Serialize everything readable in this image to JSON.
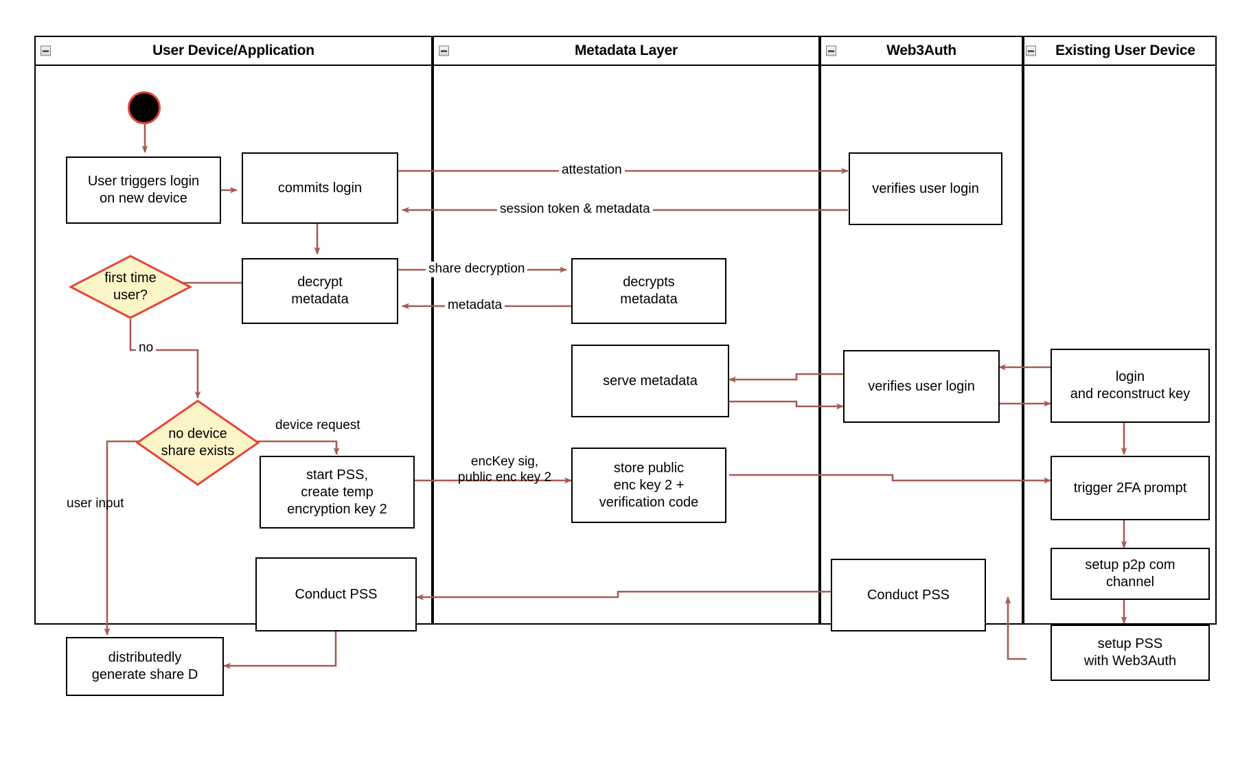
{
  "diagram": {
    "title": "Web3Auth new-device login activity diagram",
    "accent_line_color": "#a85a52",
    "decision_fill": "#fcf5c7",
    "decision_stroke": "#e8443a",
    "node_stroke": "#000000",
    "start_node_fill": "#000000",
    "start_node_stroke": "#e8443a"
  },
  "lanes": [
    {
      "id": "user-device-application",
      "label": "User Device/Application",
      "collapse_icon": "minus-icon"
    },
    {
      "id": "metadata-layer",
      "label": "Metadata Layer",
      "collapse_icon": "minus-icon"
    },
    {
      "id": "web3auth",
      "label": "Web3Auth",
      "collapse_icon": "minus-icon"
    },
    {
      "id": "existing-user-device",
      "label": "Existing User Device",
      "collapse_icon": "minus-icon"
    }
  ],
  "nodes": [
    {
      "id": "start",
      "lane": "user-device-application",
      "type": "start",
      "label": ""
    },
    {
      "id": "user-triggers-login",
      "lane": "user-device-application",
      "type": "activity",
      "label": "User triggers login\non new device"
    },
    {
      "id": "commits-login",
      "lane": "user-device-application",
      "type": "activity",
      "label": "commits login"
    },
    {
      "id": "decrypt-metadata",
      "lane": "user-device-application",
      "type": "activity",
      "label": "decrypt\nmetadata"
    },
    {
      "id": "first-time-user",
      "lane": "user-device-application",
      "type": "decision",
      "label": "first time\nuser?"
    },
    {
      "id": "no-device-share-exists",
      "lane": "user-device-application",
      "type": "decision",
      "label": "no device\nshare exists"
    },
    {
      "id": "start-pss-create-temp-key",
      "lane": "user-device-application",
      "type": "activity",
      "label": "start PSS,\ncreate temp\nencryption key 2"
    },
    {
      "id": "conduct-pss-user",
      "lane": "user-device-application",
      "type": "activity",
      "label": "Conduct PSS"
    },
    {
      "id": "distributedly-generate-share-d",
      "lane": "user-device-application",
      "type": "activity",
      "label": "distributedly\ngenerate share D"
    },
    {
      "id": "decrypts-metadata",
      "lane": "metadata-layer",
      "type": "activity",
      "label": "decrypts\nmetadata"
    },
    {
      "id": "serve-metadata",
      "lane": "metadata-layer",
      "type": "activity",
      "label": "serve metadata"
    },
    {
      "id": "store-public-enc-key-2",
      "lane": "metadata-layer",
      "type": "activity",
      "label": "store public\nenc key 2 +\nverification code"
    },
    {
      "id": "verifies-user-login-top",
      "lane": "web3auth",
      "type": "activity",
      "label": "verifies user login"
    },
    {
      "id": "verifies-user-login-mid",
      "lane": "web3auth",
      "type": "activity",
      "label": "verifies user login"
    },
    {
      "id": "conduct-pss-web3auth",
      "lane": "web3auth",
      "type": "activity",
      "label": "Conduct PSS"
    },
    {
      "id": "login-and-reconstruct-key",
      "lane": "existing-user-device",
      "type": "activity",
      "label": "login\nand reconstruct key"
    },
    {
      "id": "trigger-2fa-prompt",
      "lane": "existing-user-device",
      "type": "activity",
      "label": "trigger 2FA prompt"
    },
    {
      "id": "setup-p2p-com-channel",
      "lane": "existing-user-device",
      "type": "activity",
      "label": "setup p2p com\nchannel"
    },
    {
      "id": "setup-pss-with-web3auth",
      "lane": "existing-user-device",
      "type": "activity",
      "label": "setup PSS\nwith Web3Auth"
    }
  ],
  "edge_labels": [
    {
      "id": "attestation",
      "text": "attestation"
    },
    {
      "id": "session-token-and-metadata",
      "text": "session token & metadata"
    },
    {
      "id": "share-decryption",
      "text": "share decryption"
    },
    {
      "id": "metadata",
      "text": "metadata"
    },
    {
      "id": "no",
      "text": "no"
    },
    {
      "id": "device-request",
      "text": "device request"
    },
    {
      "id": "user-input",
      "text": "user input"
    },
    {
      "id": "enckey-sig-public-enc-key-2",
      "text": "encKey sig,\npublic enc key 2"
    }
  ]
}
